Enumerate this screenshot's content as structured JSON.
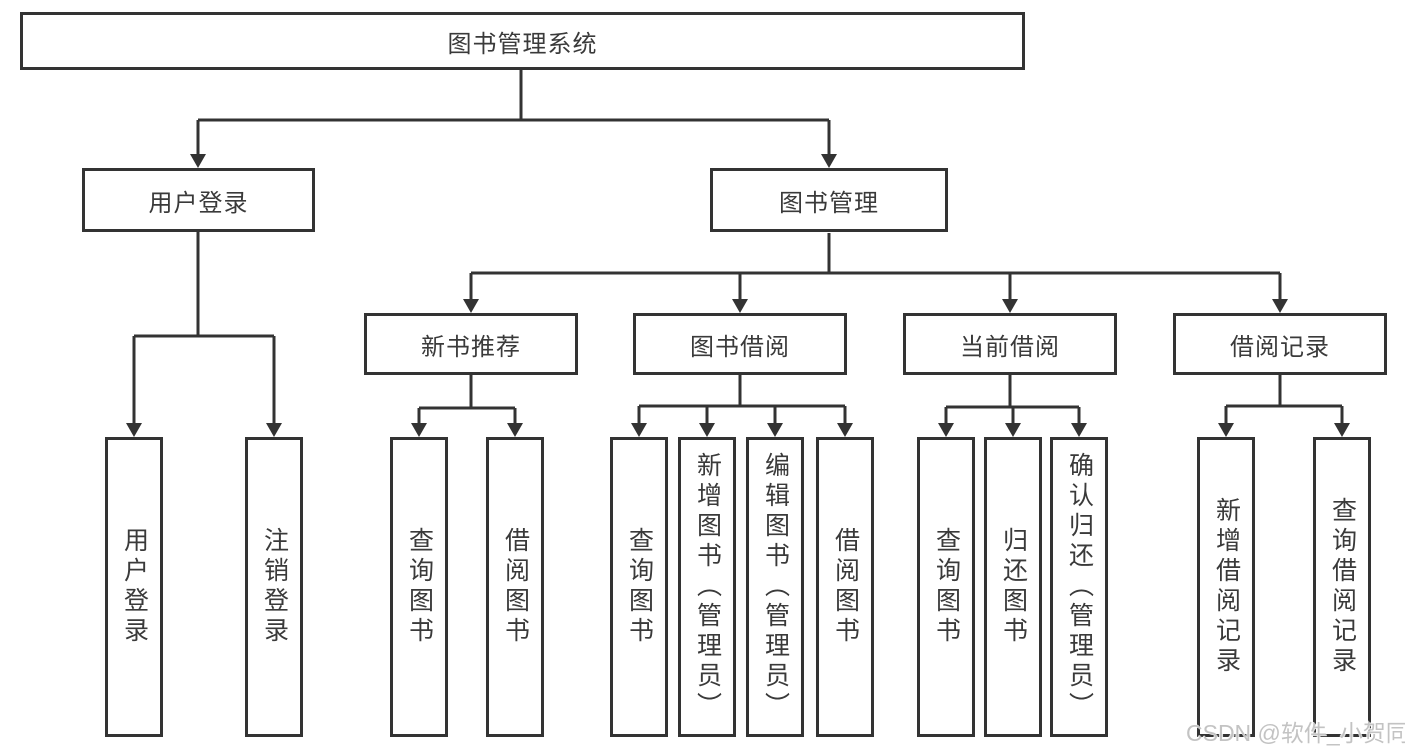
{
  "tree": {
    "root": {
      "label": "图书管理系统"
    },
    "level2": [
      {
        "label": "用户登录"
      },
      {
        "label": "图书管理"
      }
    ],
    "level3": [
      {
        "label": "新书推荐"
      },
      {
        "label": "图书借阅"
      },
      {
        "label": "当前借阅"
      },
      {
        "label": "借阅记录"
      }
    ],
    "leaves": {
      "user_login": [
        {
          "label": "用户登录"
        },
        {
          "label": "注销登录"
        }
      ],
      "new_book_recommend": [
        {
          "label": "查询图书"
        },
        {
          "label": "借阅图书"
        }
      ],
      "book_borrowing": [
        {
          "label": "查询图书"
        },
        {
          "label": "新增图书（管理员）"
        },
        {
          "label": "编辑图书（管理员）"
        },
        {
          "label": "借阅图书"
        }
      ],
      "current_borrowing": [
        {
          "label": "查询图书"
        },
        {
          "label": "归还图书"
        },
        {
          "label": "确认归还（管理员）"
        }
      ],
      "borrowing_records": [
        {
          "label": "新增借阅记录"
        },
        {
          "label": "查询借阅记录"
        }
      ]
    }
  },
  "watermark": {
    "text": "CSDN @软件_小贺同学"
  },
  "colors": {
    "line": "#333333",
    "box_border": "#333333",
    "text": "#3a3a3a",
    "background": "#ffffff",
    "watermark": "#c3c3c3"
  }
}
